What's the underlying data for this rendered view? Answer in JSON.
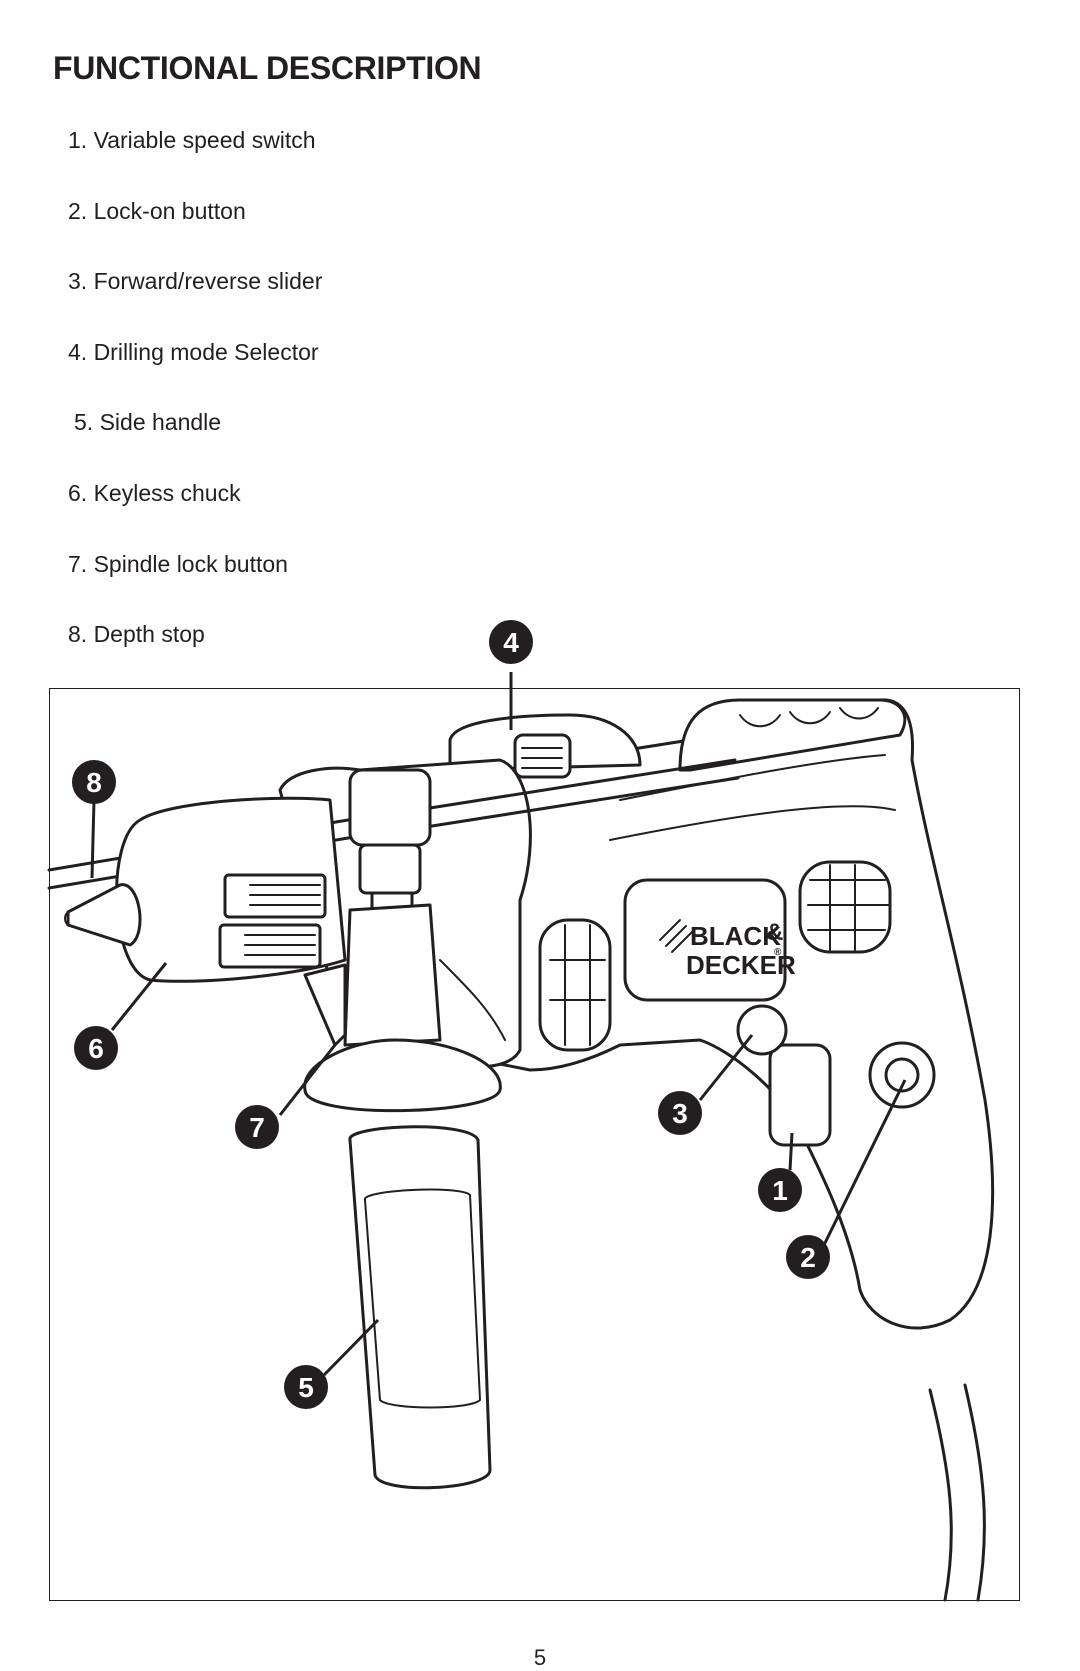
{
  "page": {
    "title": "FUNCTIONAL DESCRIPTION",
    "page_number": "5"
  },
  "parts": [
    "1. Variable speed switch",
    "2. Lock-on button",
    "3. Forward/reverse slider",
    "4. Drilling mode Selector",
    "5. Side handle",
    "6. Keyless chuck",
    "7. Spindle lock button",
    "8. Depth stop"
  ],
  "figure": {
    "callouts": [
      "1",
      "2",
      "3",
      "4",
      "5",
      "6",
      "7",
      "8"
    ],
    "logo": {
      "line1": "BLACK",
      "ampersand": "&",
      "line2": "DECKER",
      "registered": "®"
    }
  }
}
